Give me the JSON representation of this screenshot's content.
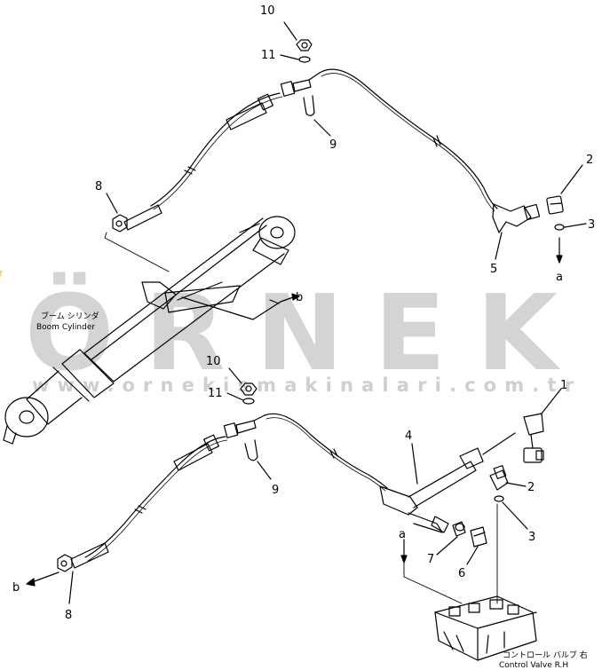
{
  "callouts": {
    "c10_top": "10",
    "c11_top": "11",
    "c9_top": "9",
    "c8_top": "8",
    "c2_top": "2",
    "c3_top": "3",
    "c5": "5",
    "a_top": "a",
    "b_mid": "b",
    "c10_bot": "10",
    "c11_bot": "11",
    "c9_bot": "9",
    "c1": "1",
    "c4": "4",
    "c2_bot": "2",
    "c3_bot": "3",
    "c7": "7",
    "c6": "6",
    "a_bot": "a",
    "b_bot": "b",
    "c8_bot": "8"
  },
  "labels": {
    "boom_jp": "ブーム シリンダ",
    "boom_en": "Boom Cylinder",
    "cv_jp": "コントロール バルブ 右",
    "cv_en": "Control Valve R.H"
  },
  "watermark": {
    "brand": "ÖRNEK",
    "url": "www.ornekismakinalari.com.tr",
    "accent": "#f5d76e",
    "color": "#d4d4d4"
  }
}
